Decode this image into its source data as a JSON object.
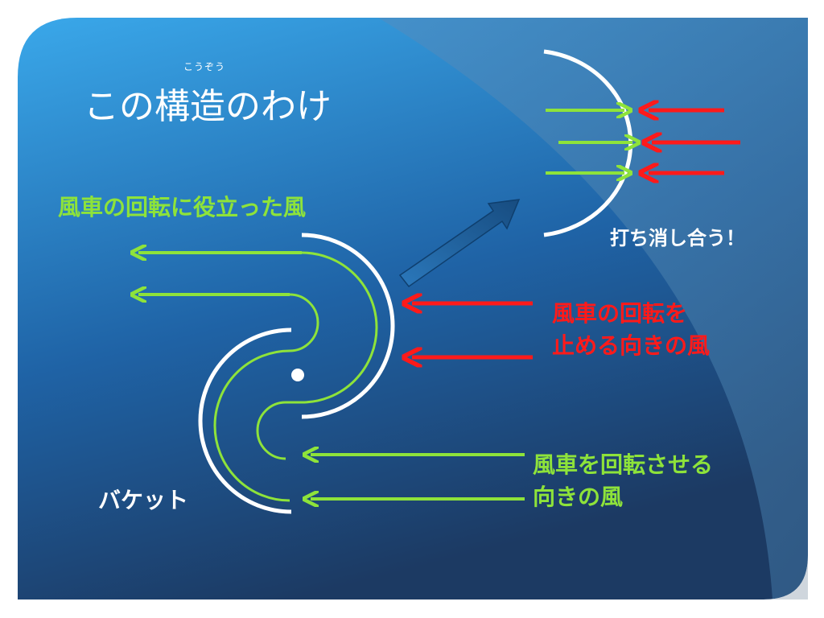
{
  "slide": {
    "title_ruby": "こうぞう",
    "title": "この構造のわけ"
  },
  "labels": {
    "useful_wind": "風車の回転に役立った風",
    "cancel": "打ち消し合う！",
    "stop_wind_line1": "風車の回転を",
    "stop_wind_line2": "止める向きの風",
    "rotate_wind_line1": "風車を回転させる",
    "rotate_wind_line2": "向きの風",
    "bucket": "バケット"
  },
  "colors": {
    "bg_top": "#3aa8ea",
    "bg_bottom": "#1c3a63",
    "green_arrow": "#8ee33a",
    "red_arrow": "#ff1a1a",
    "bucket_stroke": "#ffffff",
    "pointer_arrow": "#1d5f9c"
  }
}
